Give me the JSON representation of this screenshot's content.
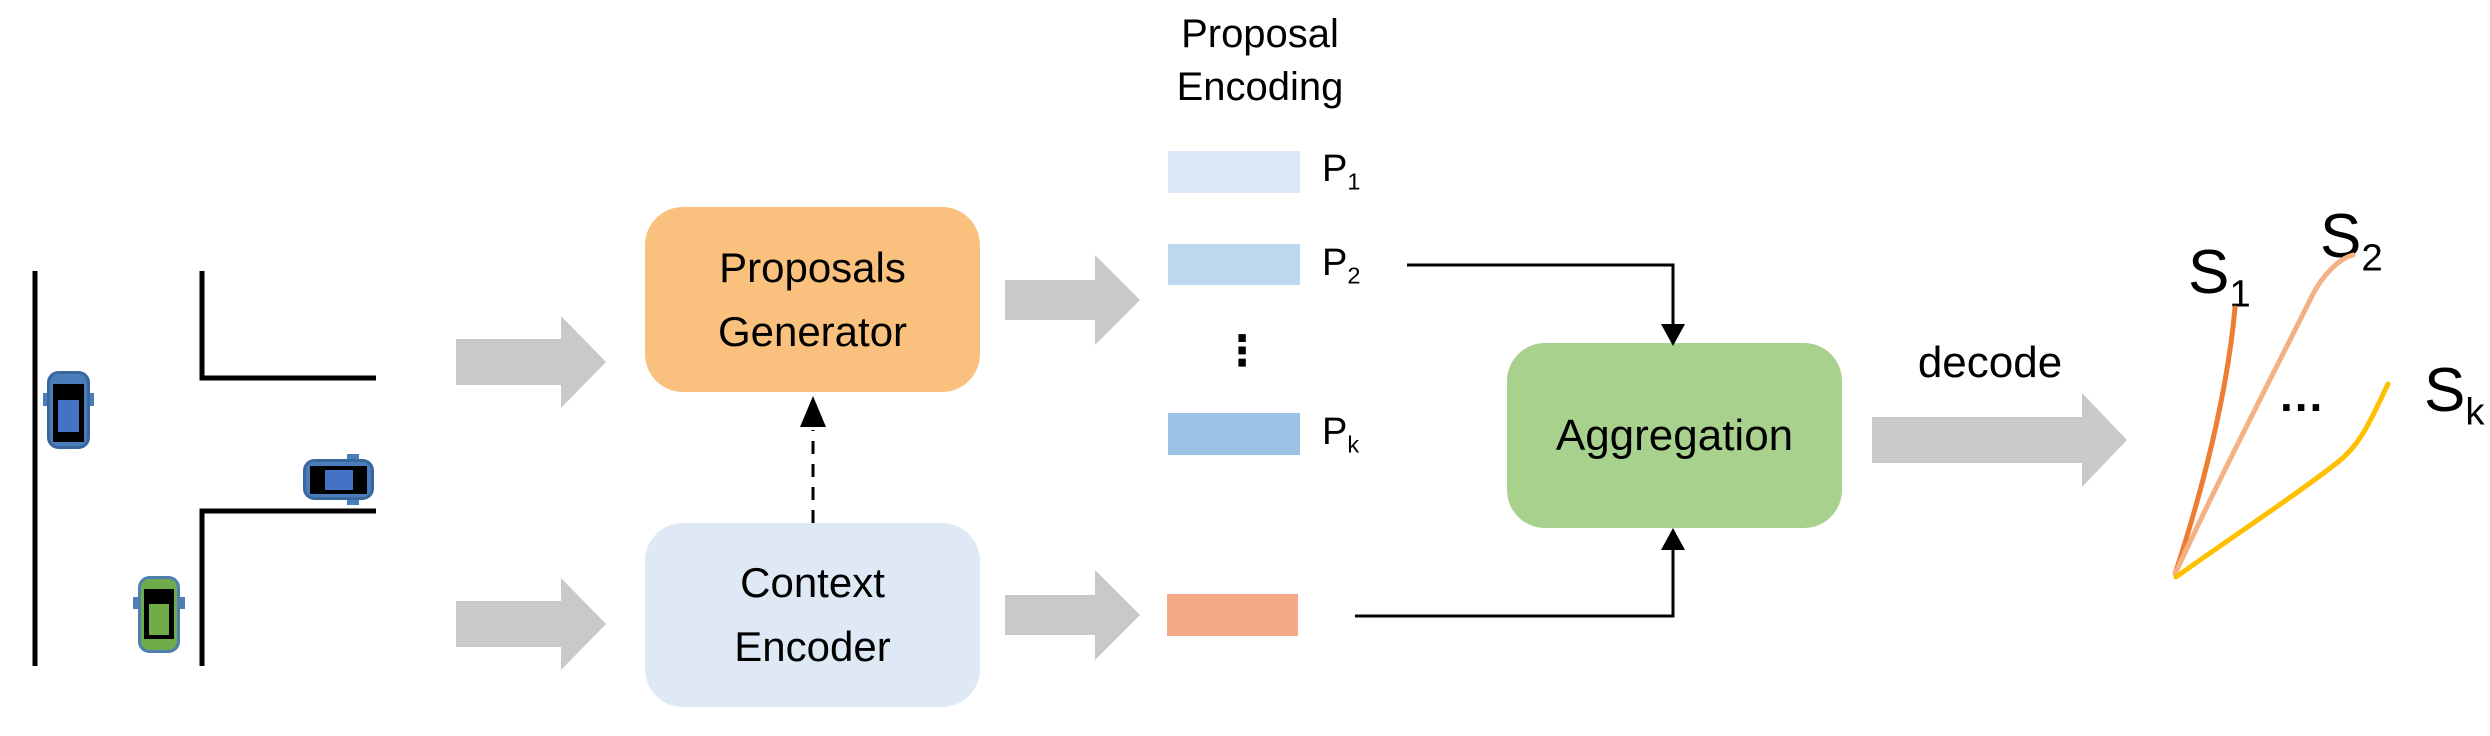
{
  "figure": {
    "scene": {
      "road_color": "#000000",
      "cars": [
        {
          "id": "blue-car-left",
          "body": "#4A7EBB",
          "roof": "#4472C4",
          "outline": "#3A669E",
          "cabin": "#000000"
        },
        {
          "id": "blue-car-middle",
          "body": "#4A7EBB",
          "roof": "#4472C4",
          "outline": "#3A669E",
          "cabin": "#000000"
        },
        {
          "id": "green-car",
          "body": "#6FAC49",
          "roof": "#70AD47",
          "outline": "#4E7FB0",
          "cabin": "#000000"
        }
      ]
    },
    "boxes": {
      "proposals_generator": {
        "line1": "Proposals",
        "line2": "Generator",
        "fill": "#FAC17E"
      },
      "context_encoder": {
        "line1": "Context",
        "line2": "Encoder",
        "fill": "#DEE9F5"
      },
      "aggregation": {
        "label": "Aggregation",
        "fill": "#A9D18E"
      }
    },
    "proposal_column": {
      "title_line1": "Proposal",
      "title_line2": "Encoding",
      "bars": [
        {
          "base": "P",
          "sub": "1",
          "fill": "#DCE8F5"
        },
        {
          "base": "P",
          "sub": "2",
          "fill": "#BDD7EE"
        },
        {
          "base": "P",
          "sub": "k",
          "fill": "#9CC3E5"
        }
      ],
      "vertical_ellipsis": "⋮",
      "context_bar_fill": "#F6A988"
    },
    "decode_label": "decode",
    "outputs": {
      "ellipsis": "...",
      "trajectories": [
        {
          "base": "S",
          "sub": "1",
          "color": "#ED7D31"
        },
        {
          "base": "S",
          "sub": "2",
          "color": "#F4B183"
        },
        {
          "base": "S",
          "sub": "k",
          "color": "#FFC000"
        }
      ]
    },
    "connector_color": "#000000",
    "block_arrow_color": "#C9C9C9"
  }
}
